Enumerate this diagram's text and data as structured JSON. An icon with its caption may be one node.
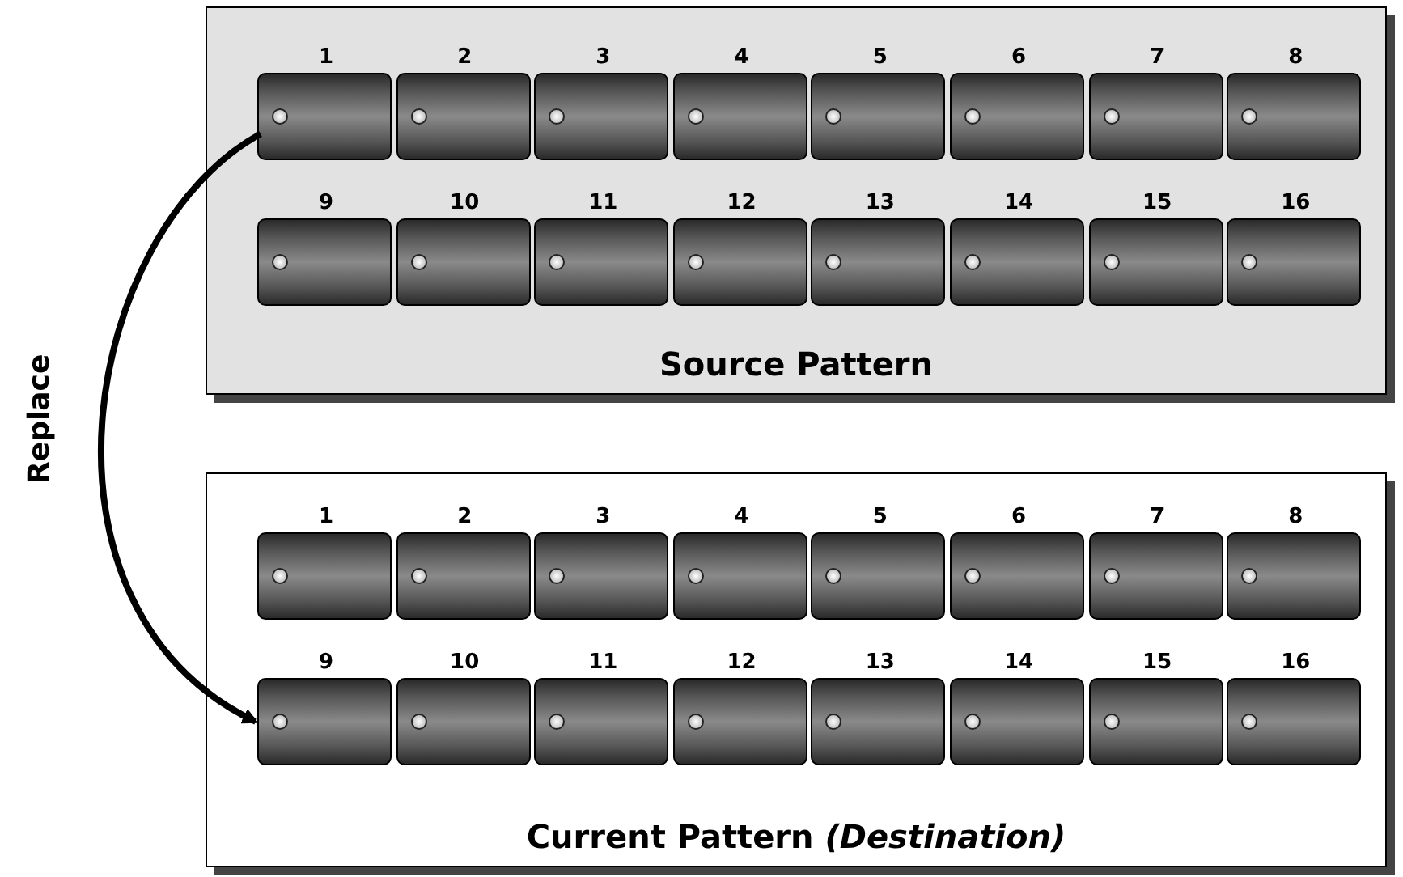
{
  "diagram": {
    "nodes": [
      {
        "text": [
          "Source Pattern"
        ]
      },
      {
        "text": [],
        "shape": "box",
        "in": 0,
        "beside": [
          "1"
        ]
      },
      {
        "text": [],
        "shape": "box",
        "in": 0,
        "beside": [
          "2"
        ]
      },
      {
        "text": [],
        "shape": "box",
        "in": 0,
        "beside": [
          "3"
        ]
      },
      {
        "text": [],
        "shape": "box",
        "in": 0,
        "beside": [
          "4"
        ]
      },
      {
        "text": [],
        "shape": "box",
        "in": 0,
        "beside": [
          "5"
        ]
      },
      {
        "text": [],
        "shape": "box",
        "in": 0,
        "beside": [
          "6"
        ]
      },
      {
        "text": [],
        "shape": "box",
        "in": 0,
        "beside": [
          "7"
        ]
      },
      {
        "text": [],
        "shape": "box",
        "in": 0,
        "beside": [
          "8"
        ]
      },
      {
        "text": [],
        "shape": "box",
        "in": 0,
        "beside": [
          "9"
        ]
      },
      {
        "text": [],
        "shape": "box",
        "in": 0,
        "beside": [
          "10"
        ]
      },
      {
        "text": [],
        "shape": "box",
        "in": 0,
        "beside": [
          "11"
        ]
      },
      {
        "text": [],
        "shape": "box",
        "in": 0,
        "beside": [
          "12"
        ]
      },
      {
        "text": [],
        "shape": "box",
        "in": 0,
        "beside": [
          "13"
        ]
      },
      {
        "text": [],
        "shape": "box",
        "in": 0,
        "beside": [
          "14"
        ]
      },
      {
        "text": [],
        "shape": "box",
        "in": 0,
        "beside": [
          "15"
        ]
      },
      {
        "text": [],
        "shape": "box",
        "in": 0,
        "beside": [
          "16"
        ]
      },
      {
        "text": [
          "Current Pattern *(Destination)*"
        ]
      },
      {
        "text": [],
        "shape": "box",
        "in": 17,
        "beside": [
          "1"
        ]
      },
      {
        "text": [],
        "shape": "box",
        "in": 17,
        "beside": [
          "2"
        ]
      },
      {
        "text": [],
        "shape": "box",
        "in": 17,
        "beside": [
          "3"
        ]
      },
      {
        "text": [],
        "shape": "box",
        "in": 17,
        "beside": [
          "4"
        ]
      },
      {
        "text": [],
        "shape": "box",
        "in": 17,
        "beside": [
          "5"
        ]
      },
      {
        "text": [],
        "shape": "box",
        "in": 17,
        "beside": [
          "6"
        ]
      },
      {
        "text": [],
        "shape": "box",
        "in": 17,
        "beside": [
          "7"
        ]
      },
      {
        "text": [],
        "shape": "box",
        "in": 17,
        "beside": [
          "8"
        ]
      },
      {
        "text": [],
        "shape": "box",
        "in": 17,
        "beside": [
          "9"
        ]
      },
      {
        "text": [],
        "shape": "box",
        "in": 17,
        "beside": [
          "10"
        ]
      },
      {
        "text": [],
        "shape": "box",
        "in": 17,
        "beside": [
          "11"
        ]
      },
      {
        "text": [],
        "shape": "box",
        "in": 17,
        "beside": [
          "12"
        ]
      },
      {
        "text": [],
        "shape": "box",
        "in": 17,
        "beside": [
          "13"
        ]
      },
      {
        "text": [],
        "shape": "box",
        "in": 17,
        "beside": [
          "14"
        ]
      },
      {
        "text": [],
        "shape": "box",
        "in": 17,
        "beside": [
          "15"
        ]
      },
      {
        "text": [],
        "shape": "box",
        "in": 17,
        "beside": [
          "16"
        ]
      }
    ],
    "edges": [
      {
        "from": 1,
        "to": 26,
        "arrow": "to",
        "label": "Replace"
      }
    ]
  }
}
